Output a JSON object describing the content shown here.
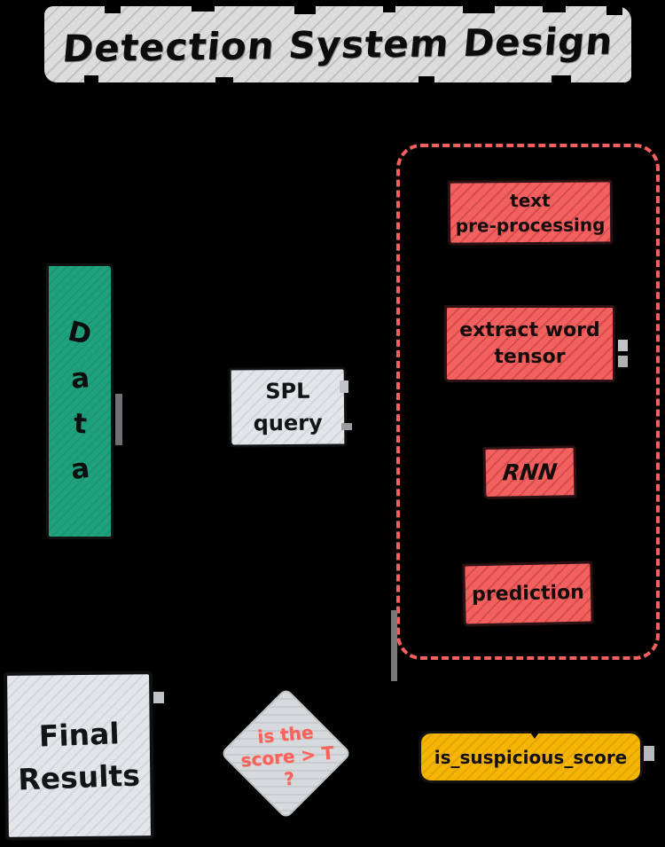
{
  "title": "Detection System Design",
  "colors": {
    "background": "#000000",
    "green_fill": "#1fa17d",
    "red_fill": "#f2605f",
    "red_container_border": "#f2605f",
    "yellow_fill": "#f5b502",
    "gray_fill": "#e2e6e9",
    "ink": "#111111",
    "decision_text_color": "#f9635a"
  },
  "nodes": {
    "data": {
      "letters": [
        "D",
        "a",
        "t",
        "a"
      ]
    },
    "spl": {
      "line1": "SPL",
      "line2": "query"
    },
    "pipeline": {
      "preprocessing": {
        "line1": "text",
        "line2": "pre-processing"
      },
      "tensor": {
        "line1": "extract word",
        "line2": "tensor"
      },
      "rnn": {
        "label": "RNN"
      },
      "prediction": {
        "label": "prediction"
      }
    },
    "final_results": {
      "line1": "Final",
      "line2": "Results"
    },
    "decision": {
      "line1": "is the",
      "line2": "score > T",
      "line3": "?"
    },
    "output": {
      "label": "is_suspicious_score"
    }
  }
}
